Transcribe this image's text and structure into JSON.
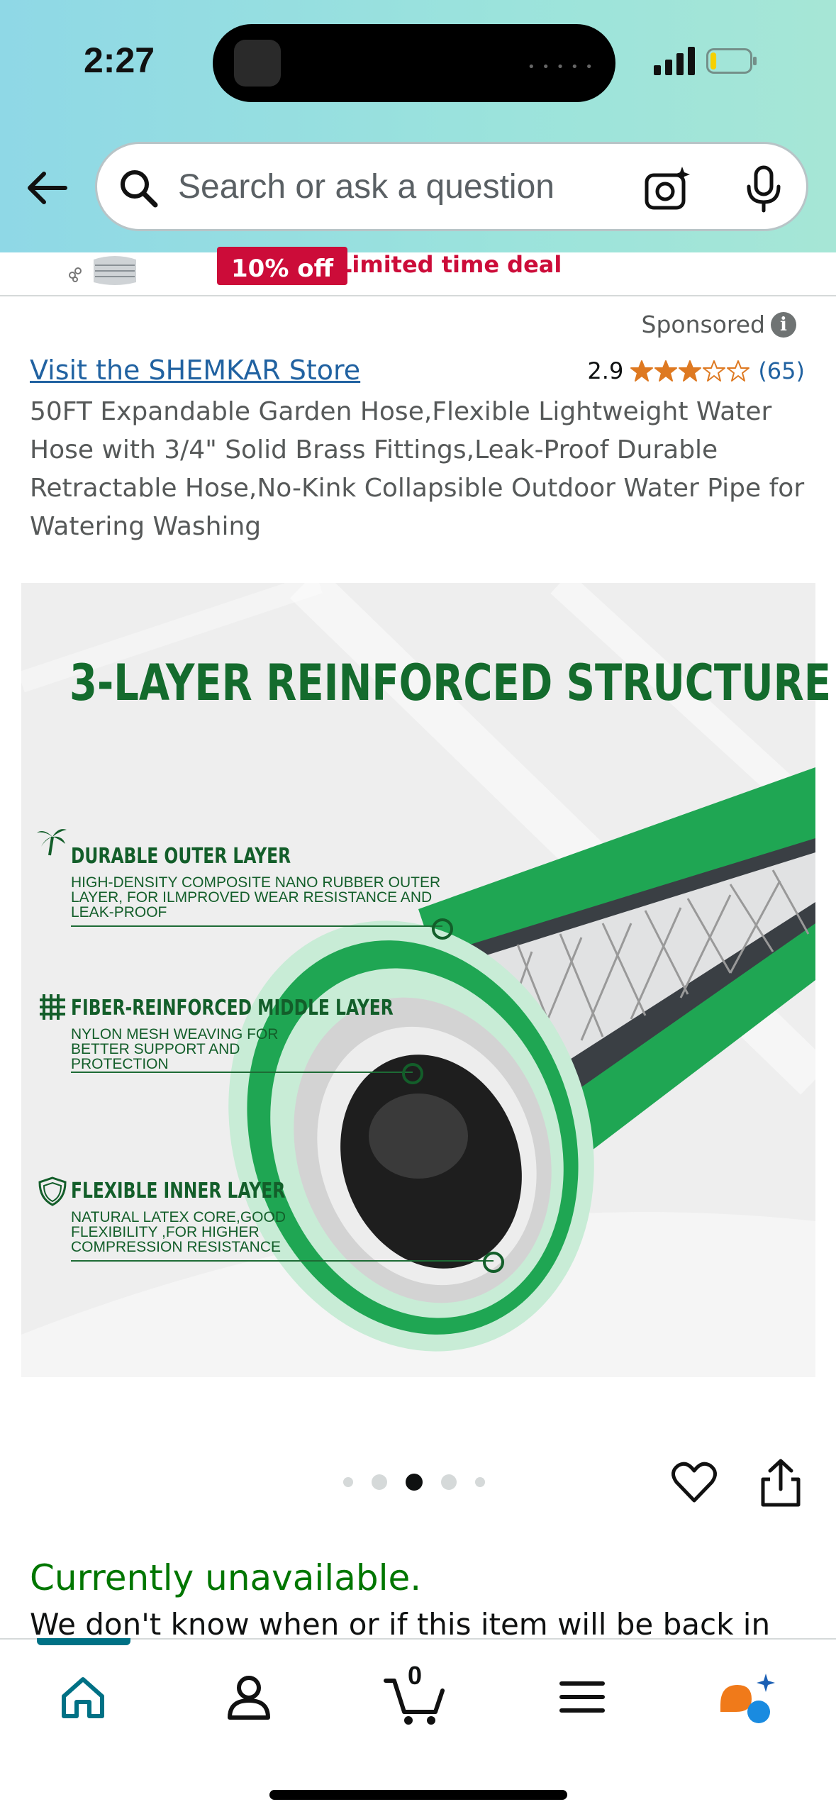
{
  "status_bar": {
    "time": "2:27",
    "battery_level": 0.15
  },
  "search": {
    "placeholder": "Search or ask a question"
  },
  "deal_strip": {
    "badge": "10% off",
    "text": "Limited time deal"
  },
  "sponsored_label": "Sponsored",
  "store_link": "Visit the SHEMKAR Store",
  "rating": {
    "value": "2.9",
    "stars": 2.9,
    "count": "(65)"
  },
  "product_title": "50FT Expandable Garden Hose,Flexible Lightweight Water Hose with 3/4\" Solid Brass Fittings,Leak-Proof Durable Retractable Hose,No-Kink Collapsible Outdoor Water Pipe for Watering Washing",
  "product_image": {
    "headline": "3-LAYER REINFORCED STRUCTURE",
    "layers": [
      {
        "title": "DURABLE OUTER LAYER",
        "desc": "HIGH-DENSITY COMPOSITE NANO RUBBER OUTER LAYER, FOR ILMPROVED WEAR RESISTANCE AND LEAK-PROOF",
        "icon": "palm-tree-icon"
      },
      {
        "title": "FIBER-REINFORCED MIDDLE LAYER",
        "desc": "NYLON MESH WEAVING FOR BETTER SUPPORT AND PROTECTION",
        "icon": "mesh-icon"
      },
      {
        "title": "FLEXIBLE INNER LAYER",
        "desc": "NATURAL LATEX CORE,GOOD FLEXIBILITY ,FOR HIGHER COMPRESSION RESISTANCE",
        "icon": "shield-icon"
      }
    ],
    "colors": {
      "headline": "#146b2d",
      "hose_green": "#1fa653",
      "mint": "#c8ecd6"
    }
  },
  "carousel": {
    "total": 5,
    "active_index": 2
  },
  "availability": {
    "status": "Currently unavailable.",
    "note": "We don't know when or if this item will be back in"
  },
  "bottom_nav": {
    "cart_count": "0",
    "items": [
      "home-icon",
      "account-icon",
      "cart-icon",
      "menu-icon",
      "rufus-icon"
    ]
  },
  "colors": {
    "accent_teal": "#007185",
    "link_blue": "#2162a1",
    "deal_red": "#cc0c39",
    "availability_green": "#007600",
    "star_orange": "#de7921"
  }
}
